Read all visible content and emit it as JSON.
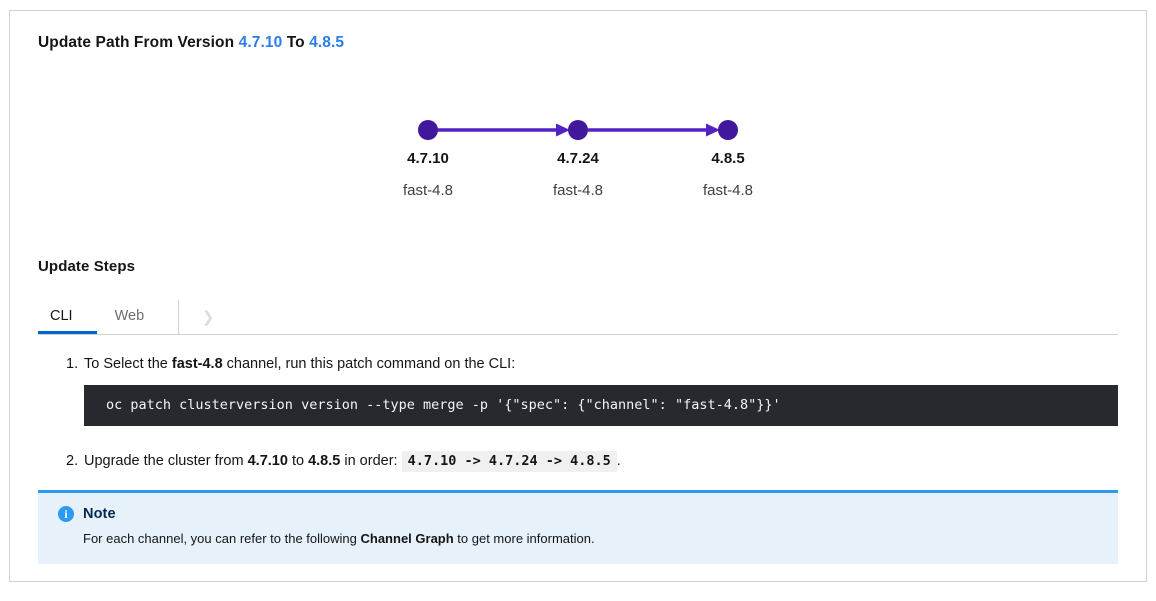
{
  "title": {
    "prefix": "Update Path From Version ",
    "from_version": "4.7.10",
    "connector": " To ",
    "to_version": "4.8.5"
  },
  "graph": {
    "nodes": [
      {
        "version": "4.7.10",
        "channel": "fast-4.8"
      },
      {
        "version": "4.7.24",
        "channel": "fast-4.8"
      },
      {
        "version": "4.8.5",
        "channel": "fast-4.8"
      }
    ],
    "node_color": "#41189b",
    "edge_color": "#5222c3"
  },
  "steps_section": {
    "heading": "Update Steps",
    "tabs": [
      {
        "label": "CLI",
        "active": true
      },
      {
        "label": "Web",
        "active": false
      }
    ],
    "chevron_right_glyph": "❯"
  },
  "steps": {
    "step1": {
      "number": "1.",
      "prefix": "To Select the ",
      "channel": "fast-4.8",
      "suffix": " channel, run this patch command on the CLI:",
      "command": "oc patch clusterversion version --type merge -p '{\"spec\": {\"channel\": \"fast-4.8\"}}'"
    },
    "step2": {
      "number": "2.",
      "prefix": "Upgrade the cluster from ",
      "from_version": "4.7.10",
      "mid": " to ",
      "to_version": "4.8.5",
      "suffix": " in order: ",
      "order": "4.7.10 -> 4.7.24 -> 4.8.5",
      "period": "."
    }
  },
  "note": {
    "icon_glyph": "i",
    "title": "Note",
    "body_prefix": "For each channel, you can refer to the following ",
    "body_bold": "Channel Graph",
    "body_suffix": " to get more information."
  },
  "colors": {
    "accent_blue": "#2b7de9",
    "tab_underline": "#0066cc",
    "node_purple": "#41189b",
    "edge_purple": "#5222c3",
    "note_bg": "#e7f1fa",
    "note_border": "#2b9af3",
    "code_bg": "#26292d"
  }
}
